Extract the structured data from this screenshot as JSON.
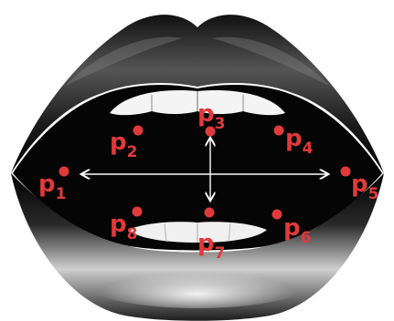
{
  "colors": {
    "landmark": "#e03a3a",
    "arrow": "#ffffff",
    "mouth_interior": "#050505",
    "teeth": "#ffffff"
  },
  "landmarks": [
    {
      "id": "p1",
      "letter": "p",
      "sub": "1"
    },
    {
      "id": "p2",
      "letter": "p",
      "sub": "2"
    },
    {
      "id": "p3",
      "letter": "p",
      "sub": "3"
    },
    {
      "id": "p4",
      "letter": "p",
      "sub": "4"
    },
    {
      "id": "p5",
      "letter": "p",
      "sub": "5"
    },
    {
      "id": "p6",
      "letter": "p",
      "sub": "6"
    },
    {
      "id": "p7",
      "letter": "p",
      "sub": "7"
    },
    {
      "id": "p8",
      "letter": "p",
      "sub": "8"
    }
  ]
}
